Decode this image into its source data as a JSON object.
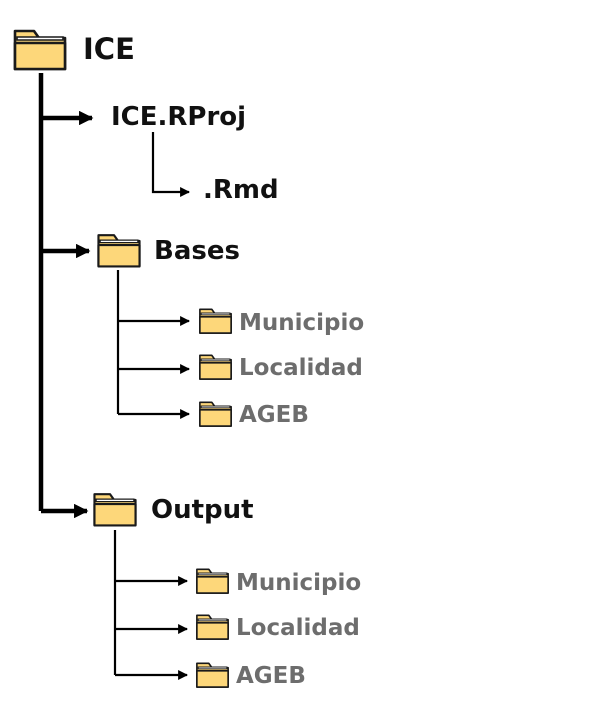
{
  "root": {
    "label": "ICE",
    "icon": "folder-icon"
  },
  "project_file": {
    "label": "ICE.RProj",
    "child": ".Rmd"
  },
  "folders": [
    {
      "label": "Bases",
      "icon": "folder-icon",
      "children": [
        "Municipio",
        "Localidad",
        "AGEB"
      ]
    },
    {
      "label": "Output",
      "icon": "folder-icon",
      "children": [
        "Municipio",
        "Localidad",
        "AGEB"
      ]
    }
  ],
  "colors": {
    "folder_fill": "#fdd77a",
    "folder_outline": "#1a1a1a",
    "line": "#000000",
    "label_main": "#111111",
    "label_sub": "#6d6d6d"
  }
}
